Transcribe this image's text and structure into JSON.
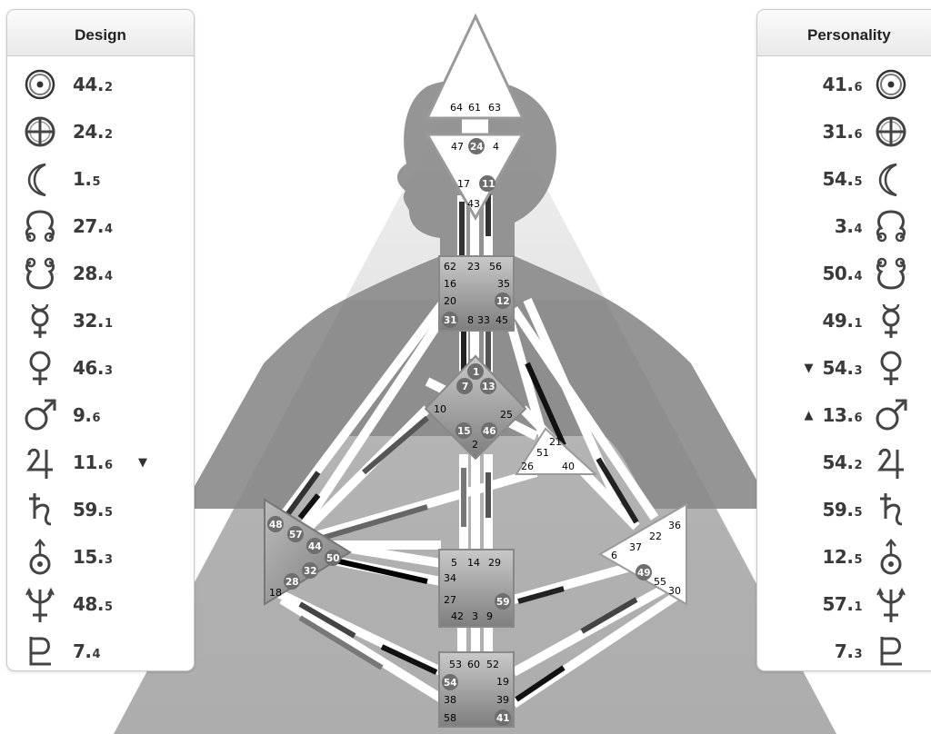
{
  "design": {
    "title": "Design",
    "rows": [
      {
        "planet": "sun-icon",
        "line": "44",
        "dec": "2",
        "arrow": ""
      },
      {
        "planet": "earth-icon",
        "line": "24",
        "dec": "2",
        "arrow": ""
      },
      {
        "planet": "moon-icon",
        "line": "1",
        "dec": "5",
        "arrow": ""
      },
      {
        "planet": "north-node-icon",
        "line": "27",
        "dec": "4",
        "arrow": ""
      },
      {
        "planet": "south-node-icon",
        "line": "28",
        "dec": "4",
        "arrow": ""
      },
      {
        "planet": "mercury-icon",
        "line": "32",
        "dec": "1",
        "arrow": ""
      },
      {
        "planet": "venus-icon",
        "line": "46",
        "dec": "3",
        "arrow": ""
      },
      {
        "planet": "mars-icon",
        "line": "9",
        "dec": "6",
        "arrow": ""
      },
      {
        "planet": "jupiter-icon",
        "line": "11",
        "dec": "6",
        "arrow": "▼"
      },
      {
        "planet": "saturn-icon",
        "line": "59",
        "dec": "5",
        "arrow": ""
      },
      {
        "planet": "uranus-icon",
        "line": "15",
        "dec": "3",
        "arrow": ""
      },
      {
        "planet": "neptune-icon",
        "line": "48",
        "dec": "5",
        "arrow": ""
      },
      {
        "planet": "pluto-icon",
        "line": "7",
        "dec": "4",
        "arrow": ""
      }
    ]
  },
  "personality": {
    "title": "Personality",
    "rows": [
      {
        "planet": "sun-icon",
        "line": "41",
        "dec": "6",
        "arrow": ""
      },
      {
        "planet": "earth-icon",
        "line": "31",
        "dec": "6",
        "arrow": ""
      },
      {
        "planet": "moon-icon",
        "line": "54",
        "dec": "5",
        "arrow": ""
      },
      {
        "planet": "north-node-icon",
        "line": "3",
        "dec": "4",
        "arrow": ""
      },
      {
        "planet": "south-node-icon",
        "line": "50",
        "dec": "4",
        "arrow": ""
      },
      {
        "planet": "mercury-icon",
        "line": "49",
        "dec": "1",
        "arrow": ""
      },
      {
        "planet": "venus-icon",
        "line": "54",
        "dec": "3",
        "arrow": "▼"
      },
      {
        "planet": "mars-icon",
        "line": "13",
        "dec": "6",
        "arrow": "▲"
      },
      {
        "planet": "jupiter-icon",
        "line": "54",
        "dec": "2",
        "arrow": ""
      },
      {
        "planet": "saturn-icon",
        "line": "59",
        "dec": "5",
        "arrow": ""
      },
      {
        "planet": "uranus-icon",
        "line": "12",
        "dec": "5",
        "arrow": ""
      },
      {
        "planet": "neptune-icon",
        "line": "57",
        "dec": "1",
        "arrow": ""
      },
      {
        "planet": "pluto-icon",
        "line": "7",
        "dec": "3",
        "arrow": ""
      }
    ]
  },
  "centers": {
    "head": {
      "gates": [
        "64",
        "61",
        "63"
      ]
    },
    "ajna": {
      "gates": [
        "47",
        "24",
        "4",
        "17",
        "11",
        "43"
      ]
    },
    "throat": {
      "gates": [
        "62",
        "23",
        "56",
        "16",
        "35",
        "20",
        "12",
        "31",
        "8",
        "33",
        "45"
      ]
    },
    "g": {
      "gates": [
        "1",
        "7",
        "13",
        "10",
        "25",
        "15",
        "46",
        "2"
      ]
    },
    "heart": {
      "gates": [
        "21",
        "51",
        "26",
        "40"
      ]
    },
    "spleen": {
      "gates": [
        "48",
        "57",
        "44",
        "50",
        "32",
        "28",
        "18"
      ]
    },
    "solar_plexus": {
      "gates": [
        "36",
        "22",
        "6",
        "37",
        "49",
        "55",
        "30"
      ]
    },
    "sacral": {
      "gates": [
        "5",
        "14",
        "29",
        "34",
        "27",
        "59",
        "42",
        "3",
        "9"
      ]
    },
    "root": {
      "gates": [
        "53",
        "60",
        "52",
        "54",
        "19",
        "38",
        "39",
        "58",
        "41"
      ]
    }
  },
  "colors": {
    "figure": "#8a8a8a",
    "triangle": "#b5b5b5",
    "defined_center": "#8c8c8c",
    "active_gate": "#777777"
  }
}
